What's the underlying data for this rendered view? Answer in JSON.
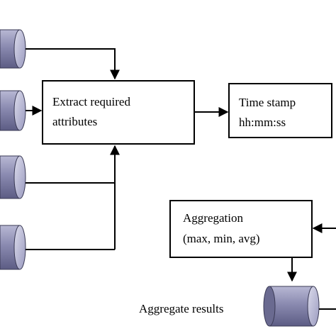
{
  "nodes": {
    "extract": {
      "line1": "Extract required",
      "line2": "attributes"
    },
    "timestamp": {
      "line1": "Time stamp",
      "line2": "hh:mm:ss"
    },
    "aggregation": {
      "line1": "Aggregation",
      "line2": "(max, min, avg)"
    },
    "aggregate_results": {
      "label": "Aggregate results"
    }
  },
  "colors": {
    "line": "#000000",
    "box_border": "#000000",
    "cylinder_light": "#c9c9e0",
    "cylinder_dark": "#6a6a90",
    "cylinder_edge": "#3a3a55"
  }
}
